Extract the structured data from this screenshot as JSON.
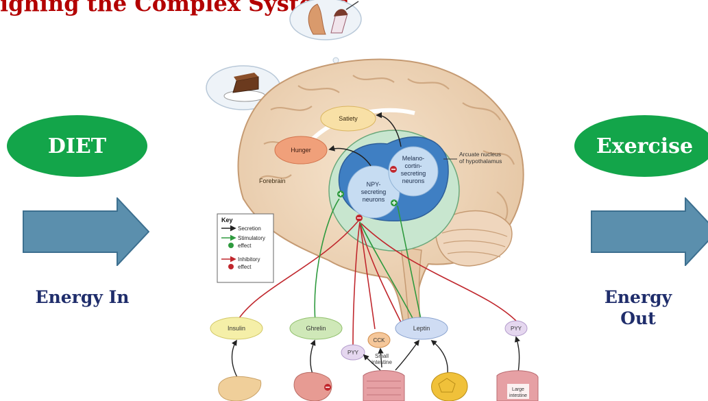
{
  "header": {
    "title": "ighing the Complex Systems"
  },
  "left": {
    "pill_label": "DIET",
    "arrow_caption": "Energy In"
  },
  "right": {
    "pill_label": "Exercise",
    "arrow_caption_line1": "Energy",
    "arrow_caption_line2": "Out"
  },
  "diagram": {
    "satiety": "Satiety",
    "hunger": "Hunger",
    "forebrain": "Forebrain",
    "arcuate_line1": "Arcuate nucleus",
    "arcuate_line2": "of hypothalamus",
    "npy_line1": "NPY-",
    "npy_line2": "secreting",
    "npy_line3": "neurons",
    "melano_line1": "Melano-",
    "melano_line2": "cortin-",
    "melano_line3": "secreting",
    "melano_line4": "neurons",
    "key_title": "Key",
    "key_secretion": "Secretion",
    "key_stim_line1": "Stimulatory",
    "key_stim_line2": "effect",
    "key_inhib_line1": "Inhibitory",
    "key_inhib_line2": "effect",
    "insulin": "Insulin",
    "ghrelin": "Ghrelin",
    "pyy_left": "PYY",
    "cck": "CCK",
    "leptin": "Leptin",
    "pyy_right": "PYY",
    "small_intestine_line1": "Small",
    "small_intestine_line2": "intestine",
    "large_intestine_line1": "Large",
    "large_intestine_line2": "intestine"
  },
  "colors": {
    "title_red": "#b30000",
    "pill_green": "#13a54a",
    "arrow_blue": "#5b8fad",
    "label_navy": "#1f2d6b"
  }
}
